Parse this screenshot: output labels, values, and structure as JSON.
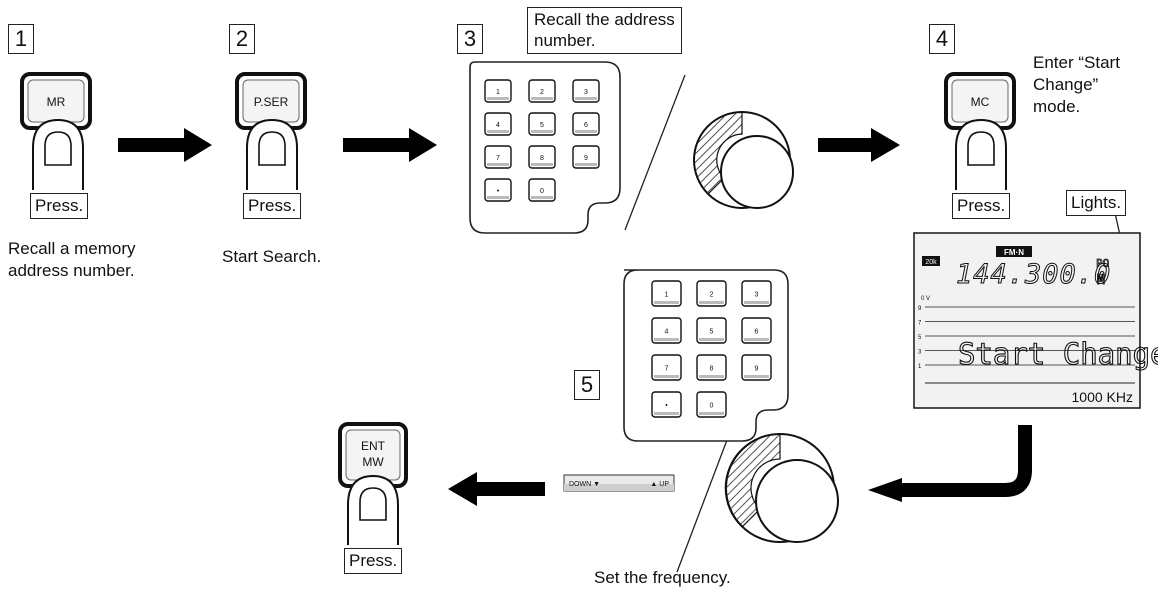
{
  "steps": [
    {
      "number": "1",
      "key": "MR",
      "action": "Press.",
      "caption_line1": "Recall a memory",
      "caption_line2": "address number."
    },
    {
      "number": "2",
      "key": "P.SER",
      "action": "Press.",
      "caption": "Start Search."
    },
    {
      "number": "3",
      "callout_line1": "Recall the address",
      "callout_line2": "number."
    },
    {
      "number": "4",
      "key": "MC",
      "action": "Press.",
      "note_line1": "Enter “Start",
      "note_line2": "Change”",
      "note_line3": "mode."
    },
    {
      "number": "5",
      "caption": "Set the frequency."
    },
    {
      "key_line1": "ENT",
      "key_line2": "MW",
      "action": "Press."
    }
  ],
  "keypad": {
    "keys": [
      "1",
      "2",
      "3",
      "4",
      "5",
      "6",
      "7",
      "8",
      "9",
      "•",
      "0"
    ]
  },
  "display": {
    "callout": "Lights.",
    "badge_small": "20k",
    "mode_badge": "FM·N",
    "frequency": "144.300.0",
    "suffix_top": "PO",
    "suffix_bottom": "M",
    "scale_label": "0 V",
    "scale_ticks": [
      "9",
      "7",
      "5",
      "3",
      "1"
    ],
    "message": "Start Change.",
    "step_size": "1000 KHz"
  },
  "slider": {
    "left_label": "DOWN ▼",
    "right_label": "▲ UP"
  },
  "colors": {
    "ink": "#111111",
    "key_fill": "#f4f4f4",
    "arrow": "#000000",
    "display_bg": "#f2f2f2"
  }
}
